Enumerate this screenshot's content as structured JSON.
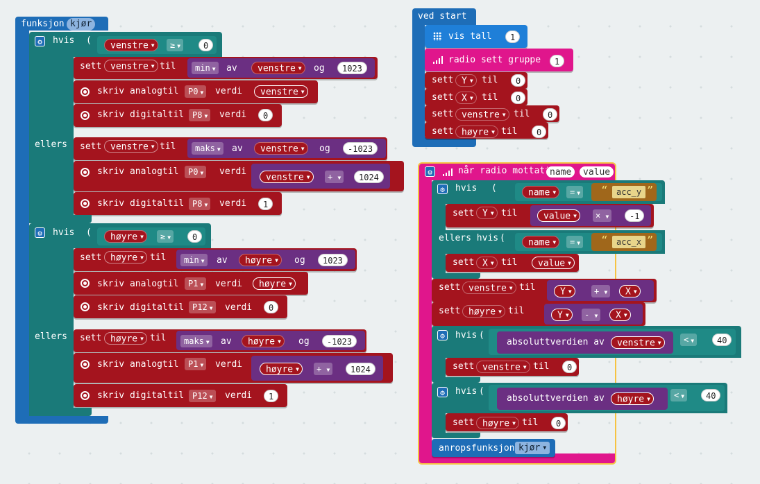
{
  "func": {
    "title": "funksjon",
    "name": "kjør",
    "if1": {
      "kw": "hvis",
      "var": "venstre",
      "op": "≥",
      "val": "0"
    },
    "set1": {
      "kw": "sett",
      "var": "venstre",
      "til": "til",
      "fn": "min",
      "av": "av",
      "arg": "venstre",
      "og": "og",
      "val": "1023"
    },
    "aw1": {
      "kw": "skriv analogtil",
      "pin": "P0",
      "verdi": "verdi",
      "arg": "venstre"
    },
    "dw1": {
      "kw": "skriv digitaltil",
      "pin": "P8",
      "verdi": "verdi",
      "val": "0"
    },
    "else1": "ellers",
    "set2": {
      "kw": "sett",
      "var": "venstre",
      "til": "til",
      "fn": "maks",
      "av": "av",
      "arg": "venstre",
      "og": "og",
      "val": "-1023"
    },
    "aw2": {
      "kw": "skriv analogtil",
      "pin": "P0",
      "verdi": "verdi",
      "arg": "venstre",
      "op": "+",
      "val": "1024"
    },
    "dw2": {
      "kw": "skriv digitaltil",
      "pin": "P8",
      "verdi": "verdi",
      "val": "1"
    },
    "if2": {
      "kw": "hvis",
      "var": "høyre",
      "op": "≥",
      "val": "0"
    },
    "set3": {
      "kw": "sett",
      "var": "høyre",
      "til": "til",
      "fn": "min",
      "av": "av",
      "arg": "høyre",
      "og": "og",
      "val": "1023"
    },
    "aw3": {
      "kw": "skriv analogtil",
      "pin": "P1",
      "verdi": "verdi",
      "arg": "høyre"
    },
    "dw3": {
      "kw": "skriv digitaltil",
      "pin": "P12",
      "verdi": "verdi",
      "val": "0"
    },
    "else2": "ellers",
    "set4": {
      "kw": "sett",
      "var": "høyre",
      "til": "til",
      "fn": "maks",
      "av": "av",
      "arg": "høyre",
      "og": "og",
      "val": "-1023"
    },
    "aw4": {
      "kw": "skriv analogtil",
      "pin": "P1",
      "verdi": "verdi",
      "arg": "høyre",
      "op": "+",
      "val": "1024"
    },
    "dw4": {
      "kw": "skriv digitaltil",
      "pin": "P12",
      "verdi": "verdi",
      "val": "1"
    }
  },
  "start": {
    "title": "ved start",
    "show": {
      "kw": "vis tall",
      "val": "1"
    },
    "radio": {
      "kw": "radio sett gruppe",
      "val": "1"
    },
    "sets": [
      {
        "kw": "sett",
        "var": "Y",
        "til": "til",
        "val": "0"
      },
      {
        "kw": "sett",
        "var": "X",
        "til": "til",
        "val": "0"
      },
      {
        "kw": "sett",
        "var": "venstre",
        "til": "til",
        "val": "0"
      },
      {
        "kw": "sett",
        "var": "høyre",
        "til": "til",
        "val": "0"
      }
    ]
  },
  "recv": {
    "title": "når radio mottatt",
    "p1": "name",
    "p2": "value",
    "if1": {
      "kw": "hvis",
      "var": "name",
      "op": "=",
      "str": "acc_y"
    },
    "setY": {
      "kw": "sett",
      "var": "Y",
      "til": "til",
      "arg": "value",
      "op": "×",
      "val": "-1"
    },
    "elif": {
      "kw": "ellers hvis",
      "var": "name",
      "op": "=",
      "str": "acc_x"
    },
    "setX": {
      "kw": "sett",
      "var": "X",
      "til": "til",
      "arg": "value"
    },
    "setV": {
      "kw": "sett",
      "var": "venstre",
      "til": "til",
      "a": "Y",
      "op": "+",
      "b": "X"
    },
    "setH": {
      "kw": "sett",
      "var": "høyre",
      "til": "til",
      "a": "Y",
      "op": "-",
      "b": "X"
    },
    "if2": {
      "kw": "hvis",
      "fn": "absoluttverdien av",
      "var": "venstre",
      "op": "<",
      "val": "40"
    },
    "set0v": {
      "kw": "sett",
      "var": "venstre",
      "til": "til",
      "val": "0"
    },
    "if3": {
      "kw": "hvis",
      "fn": "absoluttverdien av",
      "var": "høyre",
      "op": "<",
      "val": "40"
    },
    "set0h": {
      "kw": "sett",
      "var": "høyre",
      "til": "til",
      "val": "0"
    },
    "call": {
      "kw": "anropsfunksjon",
      "name": "kjør"
    }
  },
  "colors": {
    "function": "#1e6db7",
    "logic": "#1a7a79",
    "variables": "#a4141e",
    "math": "#6b2f82",
    "radio": "#e0168c",
    "basic": "#1f7fd8"
  }
}
